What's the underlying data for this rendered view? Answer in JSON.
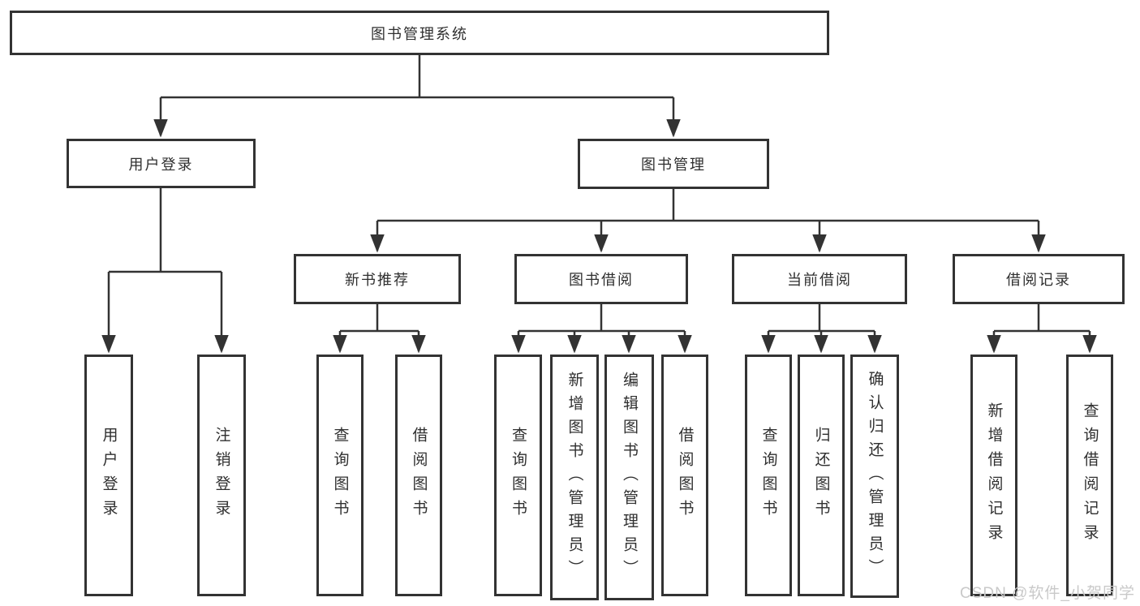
{
  "diagram": {
    "root_label": "图书管理系统",
    "level1": {
      "user_login": "用户登录",
      "book_management": "图书管理"
    },
    "level2": [
      "新书推荐",
      "图书借阅",
      "当前借阅",
      "借阅记录"
    ],
    "user_login_children": [
      "用户登录",
      "注销登录"
    ],
    "new_book_children": [
      "查询图书",
      "借阅图书"
    ],
    "book_borrow_children": [
      "查询图书",
      "新增图书（管理员）",
      "编辑图书（管理员）",
      "借阅图书"
    ],
    "current_borrow_children": [
      "查询图书",
      "归还图书",
      "确认归还（管理员）"
    ],
    "record_children": [
      "新增借阅记录",
      "查询借阅记录"
    ]
  },
  "watermark": "CSDN @软件_小贺同学",
  "colors": {
    "line": "#333333",
    "box_border": "#333333",
    "text": "#2f2f2f",
    "watermark": "#c9c9c9",
    "background": "#ffffff"
  }
}
